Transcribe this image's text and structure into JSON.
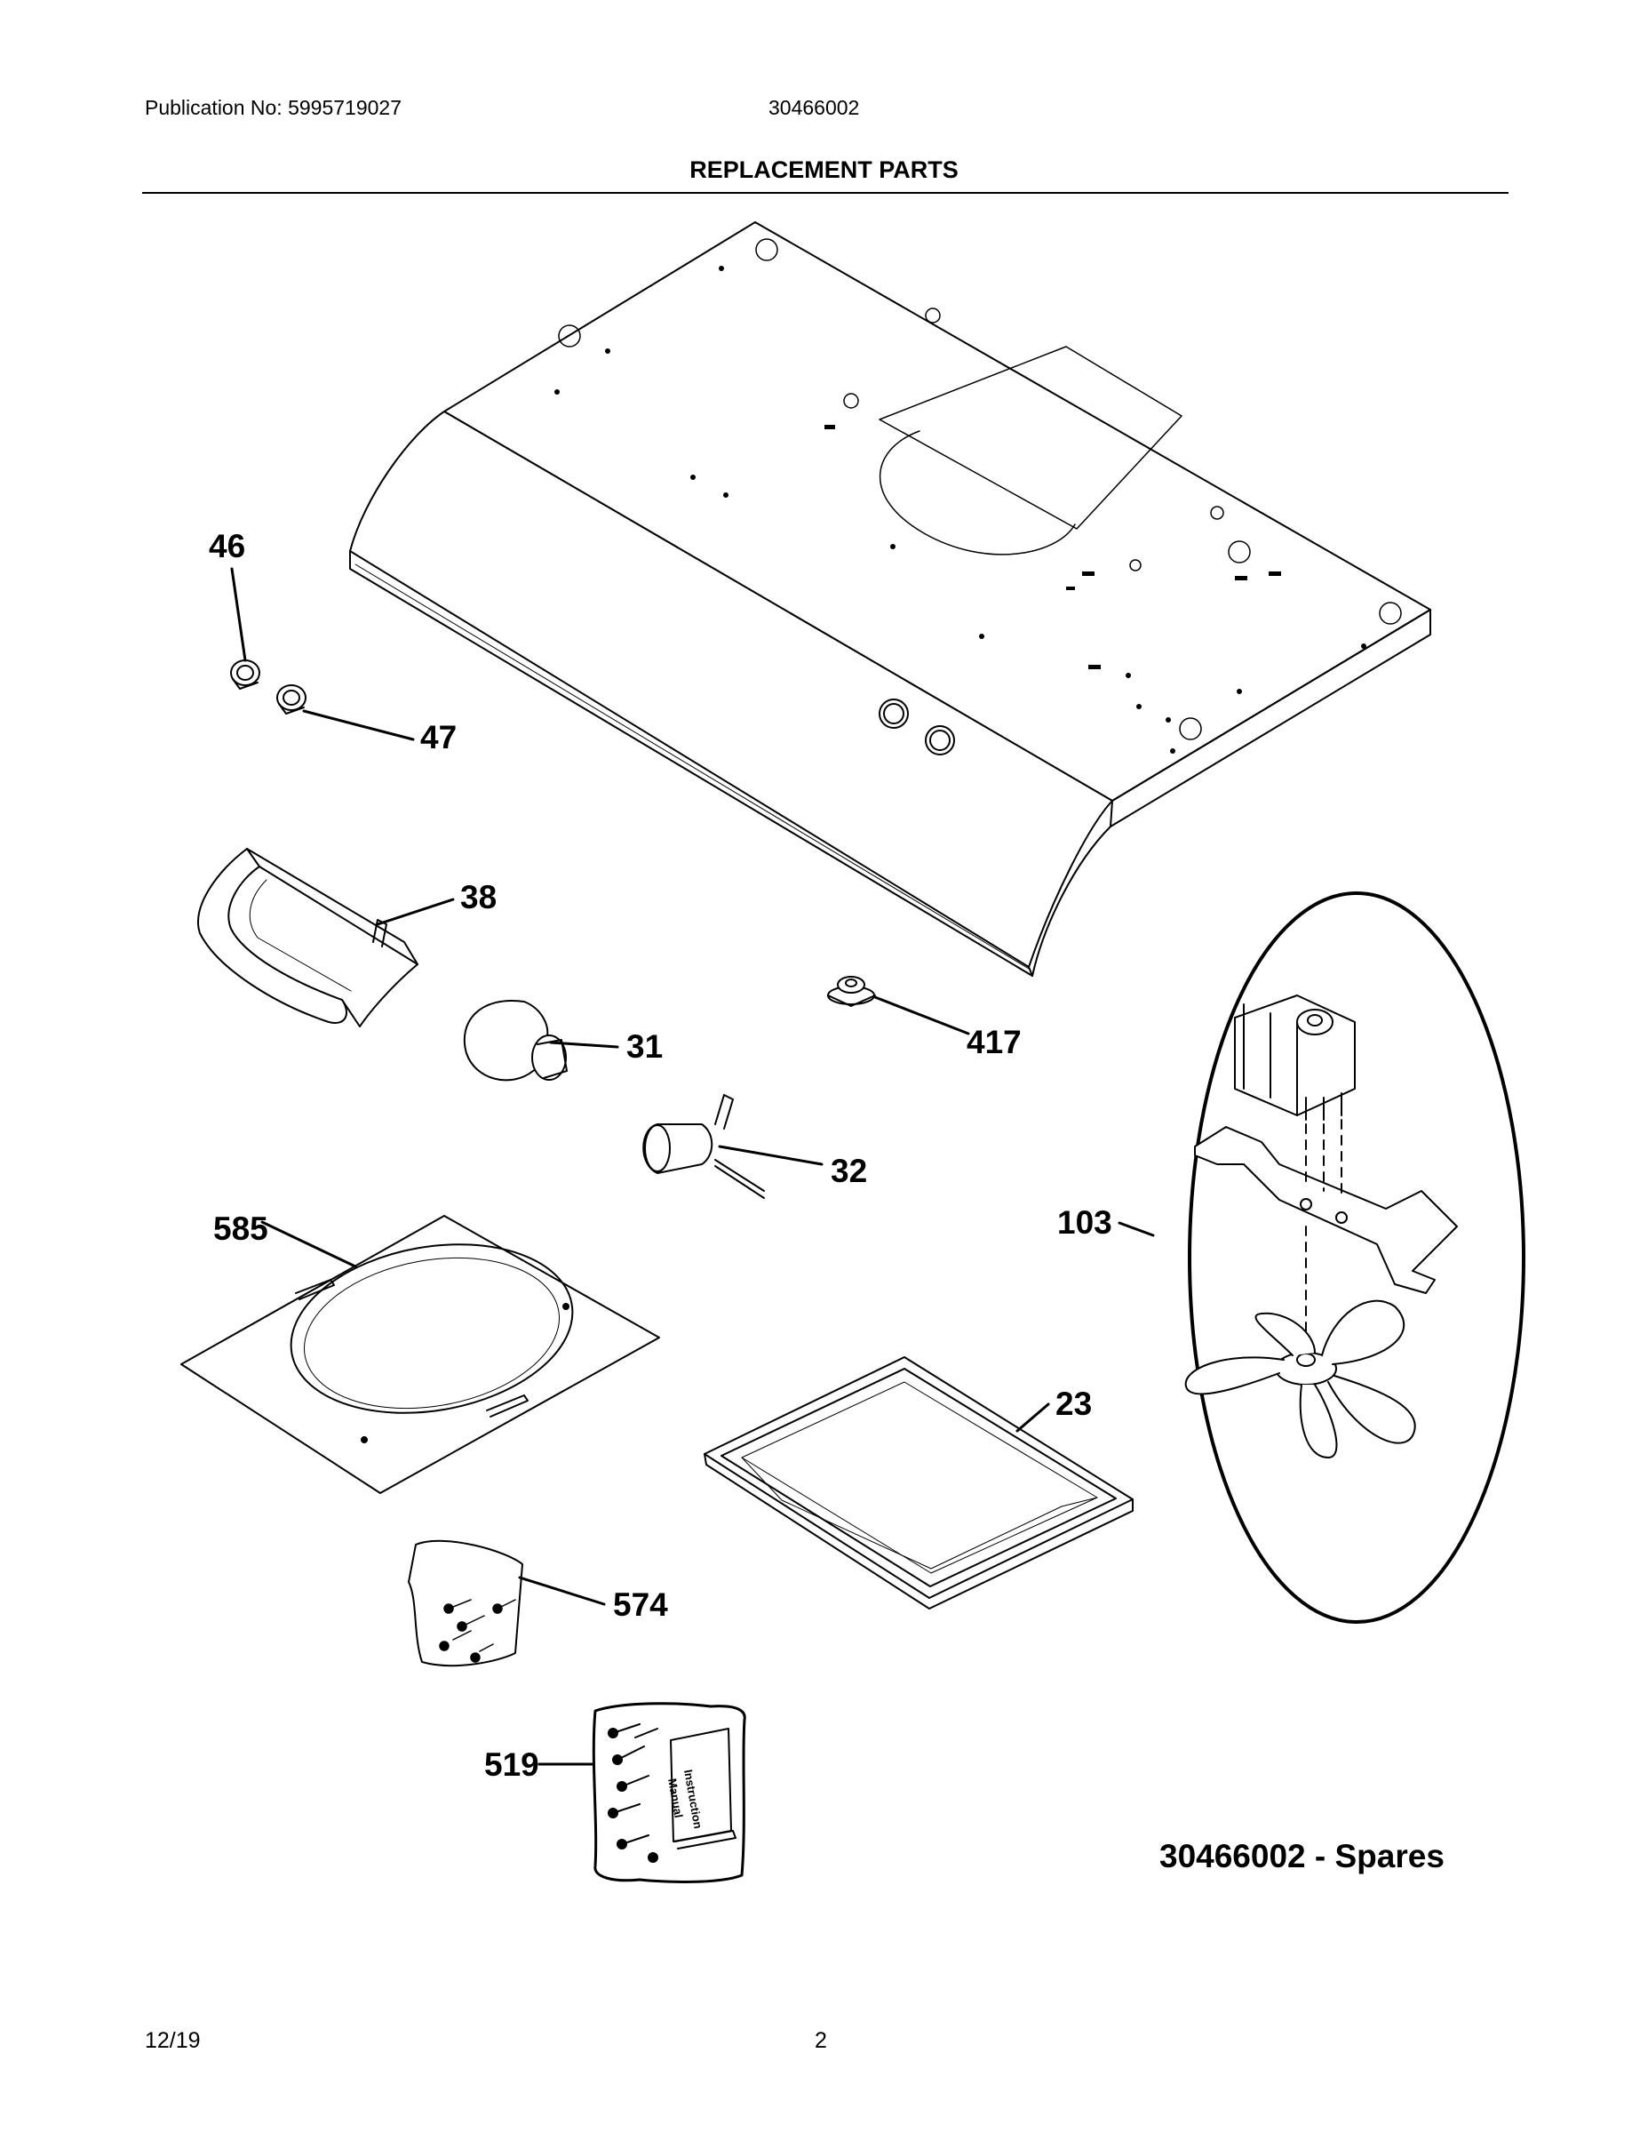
{
  "header": {
    "publication": "Publication No: 5995719027",
    "model": "30466002",
    "title": "REPLACEMENT PARTS"
  },
  "parts": [
    "46",
    "47",
    "38",
    "31",
    "417",
    "32",
    "103",
    "585",
    "23",
    "574",
    "519"
  ],
  "manual_text": [
    "Instruction",
    "Manual"
  ],
  "caption": "30466002 - Spares",
  "footer": {
    "date": "12/19",
    "page": "2"
  }
}
